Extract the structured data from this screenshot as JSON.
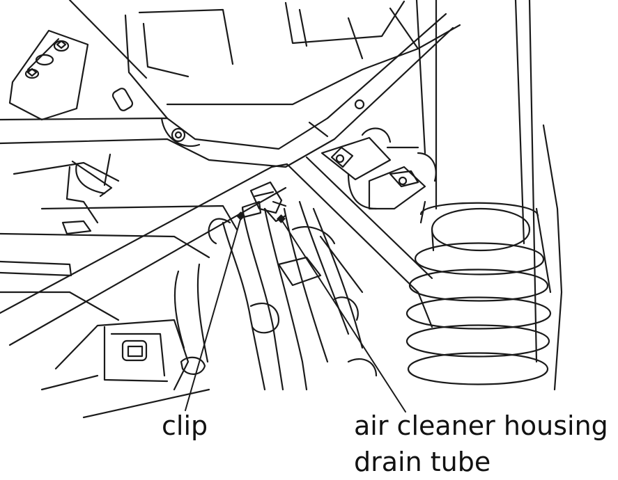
{
  "callouts": {
    "clip": {
      "text": "clip"
    },
    "drain_tube": {
      "line1": "air cleaner housing",
      "line2": "drain tube"
    }
  },
  "colors": {
    "linework": "#1a1a1a",
    "background": "#ffffff",
    "label_text": "#111111"
  }
}
